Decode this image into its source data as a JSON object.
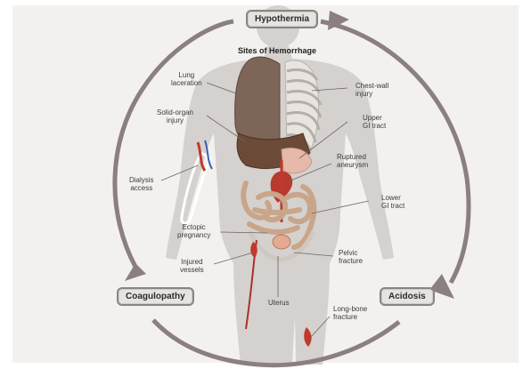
{
  "diagram": {
    "title": "Sites of Hemorrhage",
    "cycle": {
      "top": "Hypothermia",
      "left": "Coagulopathy",
      "right": "Acidosis"
    },
    "labels": {
      "lung_laceration": "Lung\nlaceration",
      "solid_organ_injury": "Solid-organ\ninjury",
      "dialysis_access": "Dialysis\naccess",
      "ectopic_pregnancy": "Ectopic\npregnancy",
      "injured_vessels": "Injured\nvessels",
      "uterus": "Uterus",
      "chest_wall_injury": "Chest-wall\ninjury",
      "upper_gi_tract": "Upper\nGI tract",
      "ruptured_aneurysm": "Ruptured\naneurysm",
      "lower_gi_tract": "Lower\nGI tract",
      "pelvic_fracture": "Pelvic\nfracture",
      "long_bone_fracture": "Long-bone\nfracture"
    },
    "colors": {
      "cycle_ring": "#8b7f80",
      "body_silhouette": "#d3cfcc",
      "blood": "#c0392b",
      "organ": "#7a5a45"
    }
  }
}
